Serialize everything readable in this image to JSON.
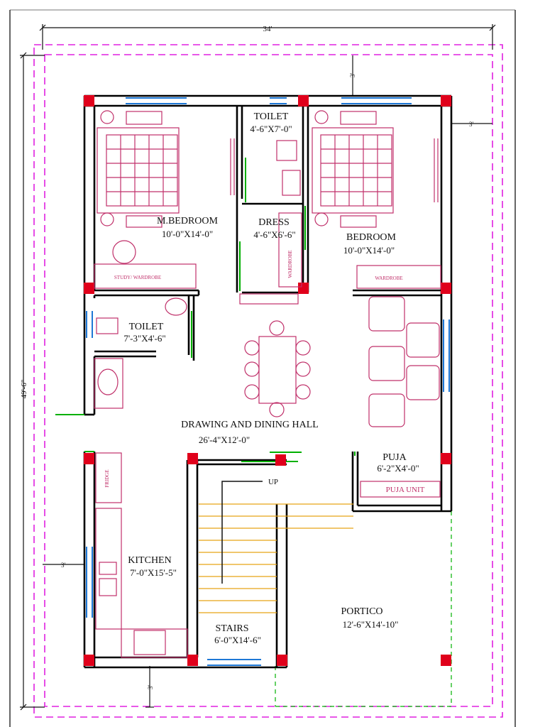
{
  "dimensions": {
    "overall_width": "34'",
    "overall_depth": "49'-6\"",
    "top_setback": "3'",
    "right_setback": "3'",
    "left_setback": "3'",
    "bottom_setback": "3'"
  },
  "rooms": [
    {
      "id": "m-bedroom",
      "name": "M.BEDROOM",
      "size": "10'-0\"X14'-0\""
    },
    {
      "id": "toilet-top",
      "name": "TOILET",
      "size": "4'-6\"X7'-0\""
    },
    {
      "id": "dress",
      "name": "DRESS",
      "size": "4'-6\"X6'-6\""
    },
    {
      "id": "bedroom",
      "name": "BEDROOM",
      "size": "10'-0\"X14'-0\""
    },
    {
      "id": "toilet-left",
      "name": "TOILET",
      "size": "7'-3\"X4'-6\""
    },
    {
      "id": "hall",
      "name": "DRAWING AND DINING HALL",
      "size": "26'-4\"X12'-0\""
    },
    {
      "id": "puja",
      "name": "PUJA",
      "size": "6'-2\"X4'-0\""
    },
    {
      "id": "kitchen",
      "name": "KITCHEN",
      "size": "7'-0\"X15'-5\""
    },
    {
      "id": "stairs",
      "name": "STAIRS",
      "size": "6'-0\"X14'-6\""
    },
    {
      "id": "portico",
      "name": "PORTICO",
      "size": "12'-6\"X14'-10\""
    }
  ],
  "fixtures": {
    "study_wardrobe": "STUDY/ WARDROBE",
    "wardrobe_dress": "WARDROBE",
    "wardrobe_bedroom": "WARDROBE",
    "puja_unit": "PUJA UNIT",
    "fridge": "FRIDGE",
    "stair_up": "UP"
  },
  "colors": {
    "wall": "#000000",
    "column": "#e0001b",
    "window": "#1e78d6",
    "door": "#00b000",
    "furniture": "#c0306a",
    "setback": "#e020e0",
    "stairs": "#e6a316"
  }
}
